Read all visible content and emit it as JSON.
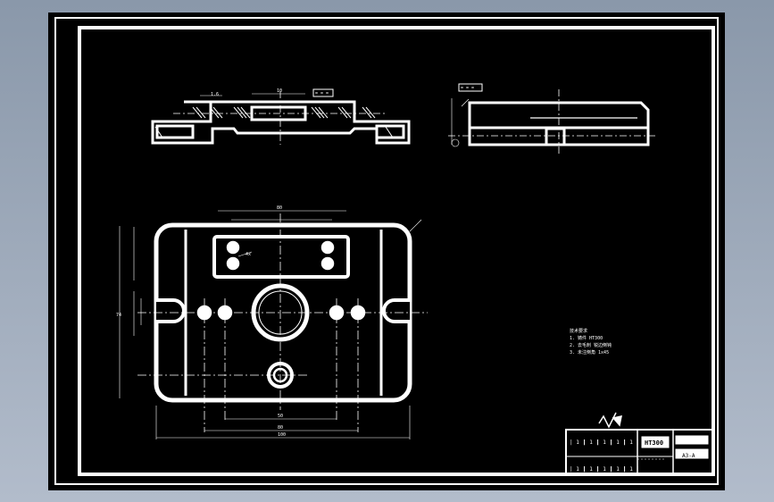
{
  "viewport": {
    "background": "#9aa6b6"
  },
  "sheet": {
    "background": "#000000",
    "line_color": "#ffffff"
  },
  "title_block": {
    "drawing_no": "HT300",
    "scale": "A3-A",
    "row_marks_top": [
      "| 1 |",
      "| 1 |",
      "| 1 |",
      "| 1 |",
      "| 1 |"
    ],
    "row_marks_bottom": [
      "| 1 |",
      "| 1 |",
      "| 1 |",
      "| 1 |",
      "| 1 |"
    ]
  },
  "technical_notes": {
    "heading": "技术要求",
    "lines": [
      "1. 铸件 HT300",
      "2. 去毛刺 锐边倒钝",
      "3. 未注倒角 1x45"
    ]
  },
  "dimensions": {
    "front_top_small": "1.6",
    "front_top_width": "10",
    "front_tag": "= = =",
    "side_tag": "= = =",
    "plan_overall_width": "80",
    "plan_height": "74",
    "plan_bottom_1": "50",
    "plan_bottom_2": "80",
    "plan_bottom_3": "100",
    "plan_hole_note": "4x"
  }
}
